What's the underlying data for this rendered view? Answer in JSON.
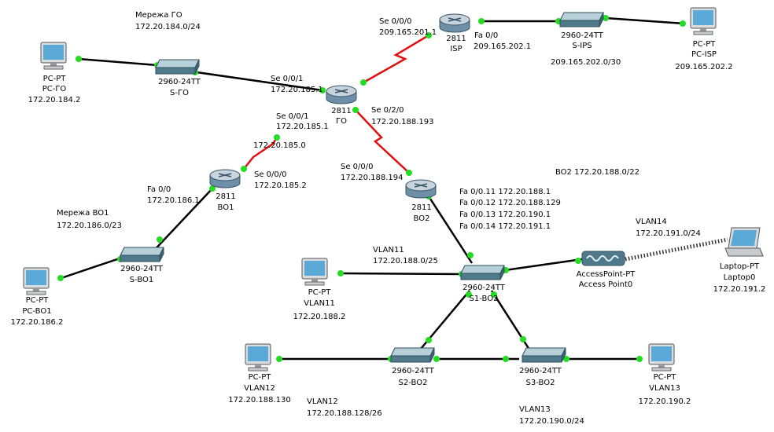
{
  "nodes": {
    "isp": {
      "model": "2811",
      "name": "ISP"
    },
    "go": {
      "model": "2811",
      "name": "ГО"
    },
    "bo1": {
      "model": "2811",
      "name": "BO1"
    },
    "bo2": {
      "model": "2811",
      "name": "BO2"
    },
    "s_ips": {
      "model": "2960-24TT",
      "name": "S-IPS"
    },
    "s_go": {
      "model": "2960-24TT",
      "name": "S-ГО"
    },
    "s_bo1": {
      "model": "2960-24TT",
      "name": "S-BO1"
    },
    "s1_bo2": {
      "model": "2960-24TT",
      "name": "S1-BO2"
    },
    "s2_bo2": {
      "model": "2960-24TT",
      "name": "S2-BO2"
    },
    "s3_bo2": {
      "model": "2960-24TT",
      "name": "S3-BO2"
    },
    "pc_isp": {
      "model": "PC-PT",
      "name": "PC-ISP",
      "ip": "209.165.202.2"
    },
    "pc_go": {
      "model": "PC-PT",
      "name": "PC-ГО",
      "ip": "172.20.184.2"
    },
    "pc_bo1": {
      "model": "PC-PT",
      "name": "PC-BO1",
      "ip": "172.20.186.2"
    },
    "vlan11": {
      "model": "PC-PT",
      "name": "VLAN11",
      "ip": "172.20.188.2"
    },
    "vlan12": {
      "model": "PC-PT",
      "name": "VLAN12",
      "ip": "172.20.188.130"
    },
    "vlan13": {
      "model": "PC-PT",
      "name": "VLAN13",
      "ip": "172.20.190.2"
    },
    "ap": {
      "model": "AccessPoint-PT",
      "name": "Access Point0"
    },
    "laptop": {
      "model": "Laptop-PT",
      "name": "Laptop0",
      "ip": "172.20.191.2"
    }
  },
  "labels": {
    "isp_se_if": "Se 0/0/0",
    "isp_se_ip": "209.165.201.1",
    "isp_fa_if": "Fa 0/0",
    "isp_fa_ip": "209.165.202.1",
    "ips_net": "209.165.202.0/30",
    "go_net_title": "Мережа ГО",
    "go_net": "172.20.184.0/24",
    "go_se1_if": "Se 0/0/1",
    "go_se1_ip": "172.20.185.1",
    "go_se1b_if": "Se 0/0/1",
    "go_se1b_ip": "172.20.185.1",
    "go_se2_if": "Se 0/2/0",
    "go_se2_ip": "172.20.188.193",
    "go_bo1_net": "172.20.185.0",
    "bo1_se_if": "Se 0/0/0",
    "bo1_se_ip": "172.20.185.2",
    "bo1_fa_if": "Fa 0/0",
    "bo1_fa_ip": "172.20.186.1",
    "bo1_net_title": "Мережа BO1",
    "bo1_net": "172.20.186.0/23",
    "bo2_se_if": "Se 0/0/0",
    "bo2_se_ip": "172.20.188.194",
    "bo2_net": "BO2 172.20.188.0/22",
    "bo2_sub1": "Fa 0/0.11 172.20.188.1",
    "bo2_sub2": "Fa 0/0.12 172.20.188.129",
    "bo2_sub3": "Fa 0/0.13 172.20.190.1",
    "bo2_sub4": "Fa 0/0.14 172.20.191.1",
    "vlan11_title": "VLAN11",
    "vlan11_net": "172.20.188.0/25",
    "vlan12_title": "VLAN12",
    "vlan12_net": "172.20.188.128/26",
    "vlan13_title": "VLAN13",
    "vlan13_net": "172.20.190.0/24",
    "vlan14_title": "VLAN14",
    "vlan14_net": "172.20.191.0/24"
  },
  "colors": {
    "router_body": "#6d8fa8",
    "router_top": "#c7d4de",
    "switch_body": "#4f7a8c",
    "switch_top": "#b7cfd8",
    "pc_screen": "#5aa9d6",
    "link_copper": "#000000",
    "link_serial": "#e01010",
    "port_up": "#22dd22"
  }
}
